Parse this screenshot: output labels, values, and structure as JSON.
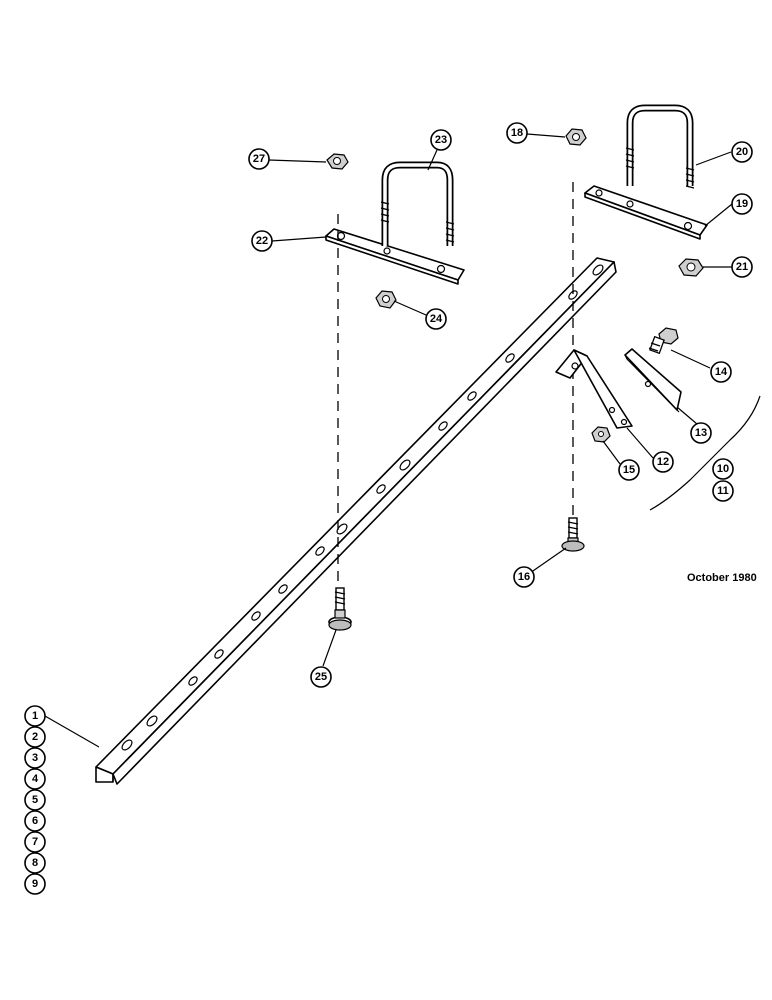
{
  "date_stamp": "October 1980",
  "callouts": {
    "c1": "1",
    "c2": "2",
    "c3": "3",
    "c4": "4",
    "c5": "5",
    "c6": "6",
    "c7": "7",
    "c8": "8",
    "c9": "9",
    "c10": "10",
    "c11": "11",
    "c12": "12",
    "c13": "13",
    "c14": "14",
    "c15": "15",
    "c16": "16",
    "c18": "18",
    "c19": "19",
    "c20": "20",
    "c21": "21",
    "c22": "22",
    "c23": "23",
    "c24": "24",
    "c25": "25",
    "c27": "27"
  }
}
